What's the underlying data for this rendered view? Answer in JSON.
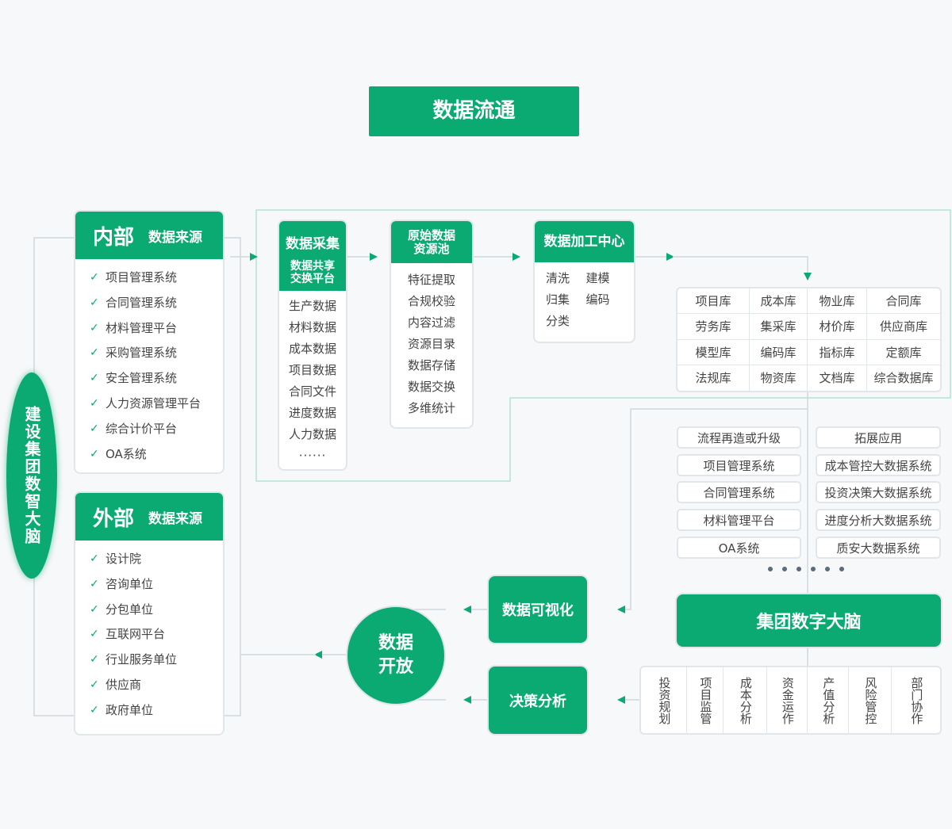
{
  "title": "数据流通",
  "brain_label": "建设集团数智大脑",
  "internal_source": {
    "title": "内部",
    "subtitle": "数据来源",
    "items": [
      "项目管理系统",
      "合同管理系统",
      "材料管理平台",
      "采购管理系统",
      "安全管理系统",
      "人力资源管理平台",
      "综合计价平台",
      "OA系统"
    ]
  },
  "external_source": {
    "title": "外部",
    "subtitle": "数据来源",
    "items": [
      "设计院",
      "咨询单位",
      "分包单位",
      "互联网平台",
      "行业服务单位",
      "供应商",
      "政府单位"
    ]
  },
  "collection": {
    "title": "数据采集",
    "subtitle": "数据共享\n交换平台",
    "items": [
      "生产数据",
      "材料数据",
      "成本数据",
      "项目数据",
      "合同文件",
      "进度数据",
      "人力数据",
      "······"
    ]
  },
  "pool": {
    "title": "原始数据\n资源池",
    "items": [
      "特征提取",
      "合规校验",
      "内容过滤",
      "资源目录",
      "数据存储",
      "数据交换",
      "多维统计"
    ]
  },
  "processing": {
    "title": "数据加工中心",
    "items": [
      "清洗",
      "建模",
      "归集",
      "编码",
      "分类"
    ]
  },
  "libraries": [
    "项目库",
    "成本库",
    "物业库",
    "合同库",
    "劳务库",
    "集采库",
    "材价库",
    "供应商库",
    "模型库",
    "编码库",
    "指标库",
    "定额库",
    "法规库",
    "物资库",
    "文档库",
    "综合数据库"
  ],
  "process_systems": [
    "流程再造或升级",
    "项目管理系统",
    "合同管理系统",
    "材料管理平台",
    "OA系统"
  ],
  "extended_apps": [
    "拓展应用",
    "成本管控大数据系统",
    "投资决策大数据系统",
    "进度分析大数据系统",
    "质安大数据系统"
  ],
  "group_brain": "集团数字大脑",
  "visualization": "数据可视化",
  "decision": "决策分析",
  "open_data": "数据\n开放",
  "analysis_items": [
    "投资规划",
    "项目监管",
    "成本分析",
    "资金运作",
    "产值分析",
    "风险管控",
    "部门协作"
  ],
  "colors": {
    "accent": "#0aaa72",
    "line": "#c9d3da",
    "frame": "#b5e3d2"
  }
}
